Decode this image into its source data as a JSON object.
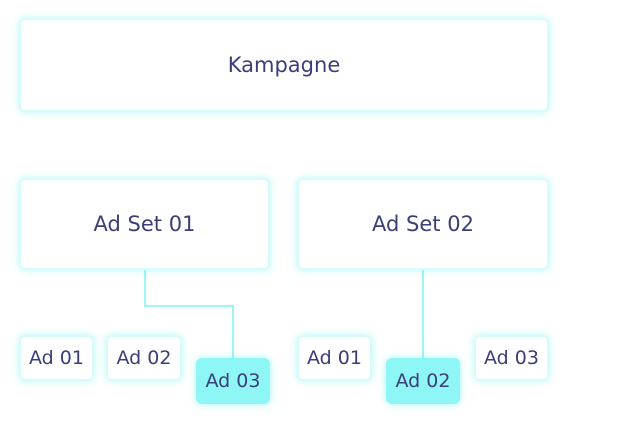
{
  "campaign": {
    "label": "Kampagne"
  },
  "ad_sets": [
    {
      "label": "Ad Set 01",
      "ads": [
        {
          "label": "Ad 01",
          "highlighted": false
        },
        {
          "label": "Ad 02",
          "highlighted": false
        },
        {
          "label": "Ad 03",
          "highlighted": true
        }
      ]
    },
    {
      "label": "Ad Set 02",
      "ads": [
        {
          "label": "Ad 01",
          "highlighted": false
        },
        {
          "label": "Ad 02",
          "highlighted": true
        },
        {
          "label": "Ad 03",
          "highlighted": false
        }
      ]
    }
  ],
  "colors": {
    "text": "#3a3f7a",
    "border": "#d6fbfb",
    "glow": "#5af0f0",
    "highlight": "#8ff6f6",
    "connector": "#7ef3f3"
  }
}
